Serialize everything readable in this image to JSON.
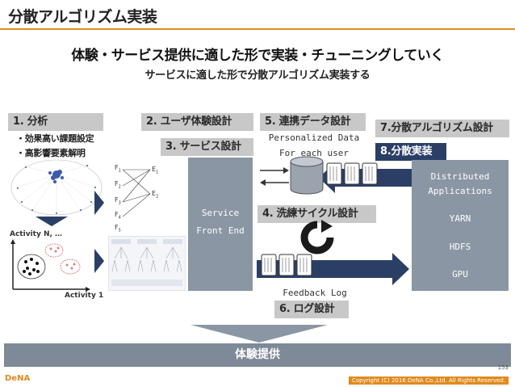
{
  "slide": {
    "title": "分散アルゴリズム実装",
    "headline": "体験・サービス提供に適した形で実装・チューニングしていく",
    "subheadline": "サービスに適した形で分散アルゴリズム実装する",
    "page_number": "153",
    "copyright": "Copyright (C) 2016 DeNA Co.,Ltd. All Rights Reserved.",
    "logo_text": "DeNA"
  },
  "steps": {
    "analysis": "1. 分析",
    "ux_design": "2. ユーザ体験設計",
    "service_design": "3. サービス設計",
    "refine_cycle": "4. 洗練サイクル設計",
    "data_link": "5. 連携データ設計",
    "log_design": "6. ログ設計",
    "algo_design": "7.分散アルゴリズム設計",
    "algo_impl": "8.分散実装"
  },
  "analysis": {
    "bullets": [
      "・効果高い課題設定",
      "・高影響要素解明"
    ],
    "axis_y": "Activity N, …",
    "axis_x": "Activity 1"
  },
  "features": {
    "f_labels": [
      "F",
      "F",
      "F",
      "F",
      "F"
    ],
    "f_subs": [
      "1",
      "2",
      "3",
      "4",
      "5"
    ],
    "e_labels": [
      "E",
      "E"
    ],
    "e_subs": [
      "1",
      "2"
    ]
  },
  "service": {
    "line1": "Service",
    "line2": "Front End"
  },
  "data": {
    "personalized_line1": "Personalized Data",
    "personalized_line2": "For each user",
    "feedback": "Feedback Log"
  },
  "distributed": {
    "line1": "Distributed",
    "line2": "Applications",
    "items": [
      "YARN",
      "HDFS",
      "GPU"
    ]
  },
  "footer": {
    "label": "体験提供"
  },
  "colors": {
    "accent": "#e08a1e",
    "panel": "#8a96a4",
    "tag": "#c8c8c8",
    "tag_dark": "#2b3f66",
    "arrow": "#2b3f66",
    "footer": "#7e8a98"
  }
}
